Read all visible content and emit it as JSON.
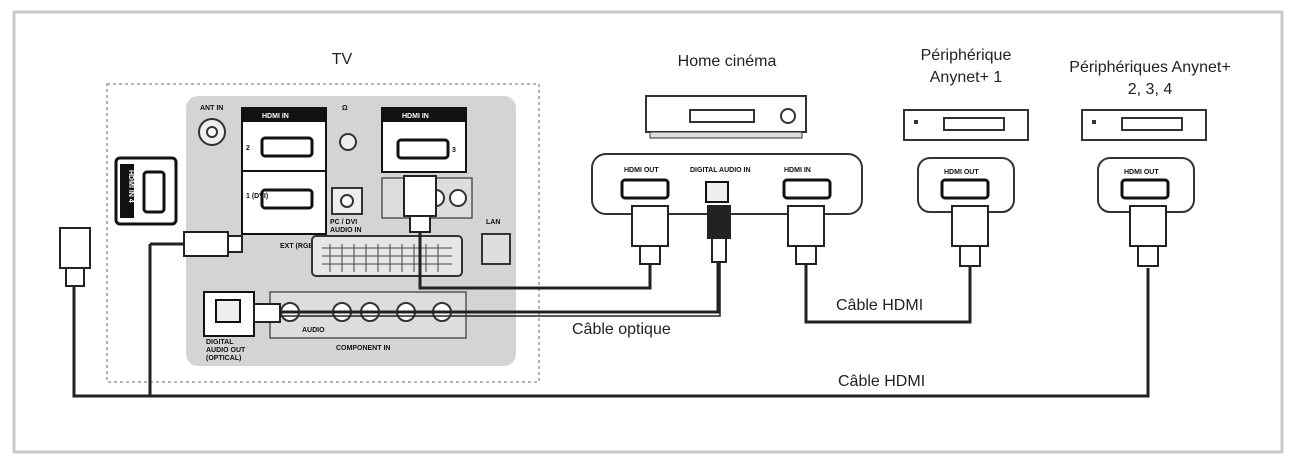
{
  "labels": {
    "tv": "TV",
    "home_cinema": "Home cinéma",
    "peripheral1_line1": "Périphérique",
    "peripheral1_line2": "Anynet+ 1",
    "peripheral234_line1": "Périphériques Anynet+",
    "peripheral234_line2": "2, 3, 4",
    "cable_optique": "Câble optique",
    "cable_hdmi_upper": "Câble HDMI",
    "cable_hdmi_lower": "Câble HDMI"
  },
  "ports": {
    "hdmi_in": "HDMI IN",
    "hdmi_in_4": "HDMI IN 4",
    "hdmi_out": "HDMI OUT",
    "digital_audio_in": "DIGITAL AUDIO IN",
    "digital_audio_out_l1": "DIGITAL",
    "digital_audio_out_l2": "AUDIO OUT",
    "digital_audio_out_l3": "(OPTICAL)",
    "pc_dvi_l1": "PC / DVI",
    "pc_dvi_l2": "AUDIO IN",
    "ant_in": "ANT IN",
    "lan": "LAN",
    "ext_rgb": "EXT (RGB)",
    "component_in": "COMPONENT IN",
    "audio": "AUDIO",
    "port_2": "2",
    "port_1_dvi": "1 (DVI)",
    "port_3": "3"
  },
  "colors": {
    "frame": "#c8c8c8",
    "panel": "#d4d4d4",
    "cable": "#222222",
    "text": "#222222"
  }
}
